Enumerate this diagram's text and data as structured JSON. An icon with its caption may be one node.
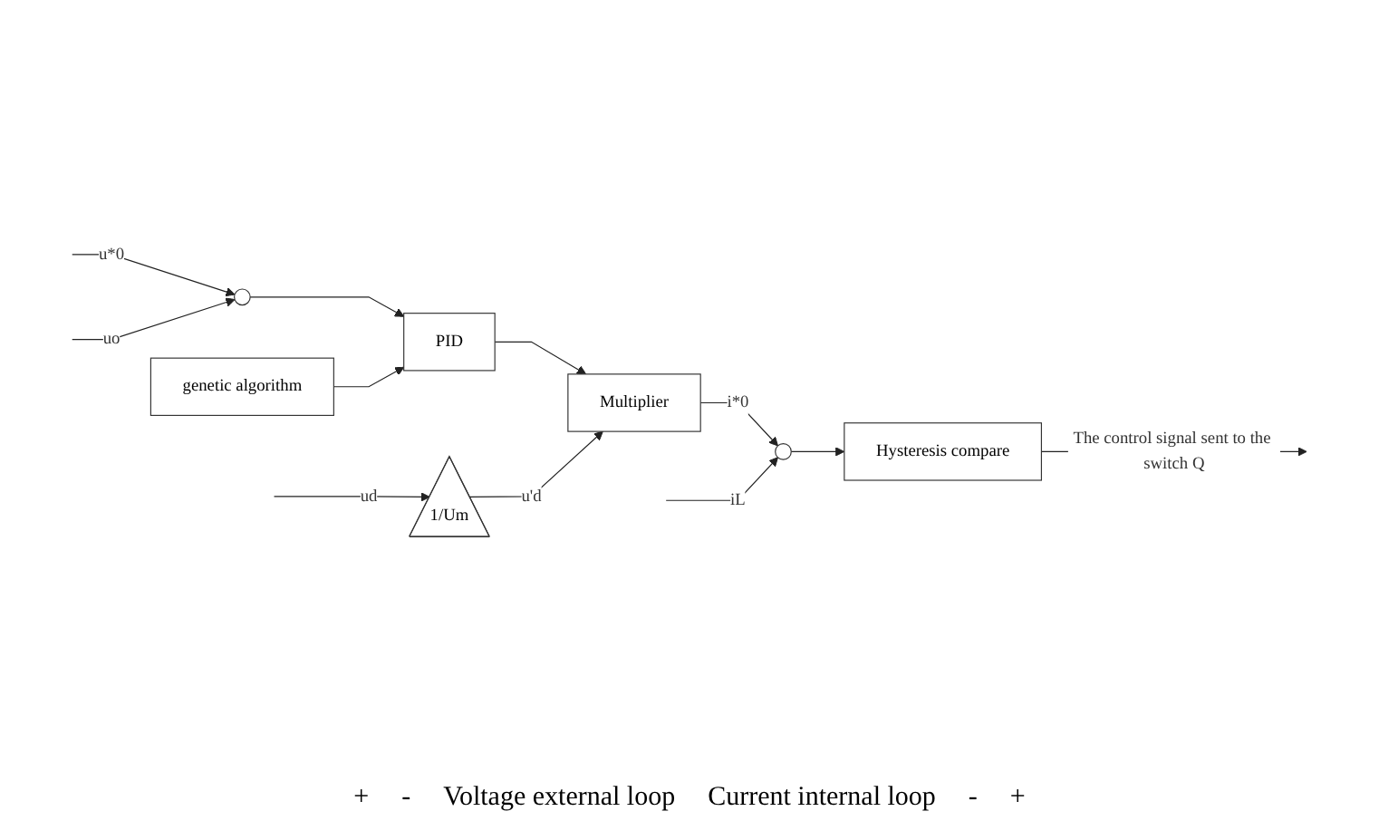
{
  "diagram": {
    "nodes": [
      {
        "text": [],
        "shape": "circle"
      },
      {
        "text": [],
        "shape": "circle"
      },
      {
        "text": [
          "Hysteresis compare"
        ]
      },
      {
        "text": [
          "genetic algorithm"
        ]
      },
      {
        "text": [
          "PID"
        ]
      },
      {
        "text": [
          "Multiplier"
        ]
      },
      {
        "text": [
          "1/Um"
        ]
      }
    ],
    "edges": [
      {
        "from": null,
        "to": 0,
        "arrow": "to",
        "label": "u*0"
      },
      {
        "from": null,
        "to": 0,
        "arrow": "to",
        "label": "uo"
      },
      {
        "from": 0,
        "to": 4,
        "arrow": "to"
      },
      {
        "from": 3,
        "to": 4,
        "arrow": "to"
      },
      {
        "from": 4,
        "to": 5,
        "arrow": "to"
      },
      {
        "from": null,
        "to": 6,
        "arrow": "to",
        "label": "ud"
      },
      {
        "from": 6,
        "to": 5,
        "arrow": "to",
        "label": "u'd"
      },
      {
        "from": 5,
        "to": 1,
        "arrow": "to",
        "label": "i*0"
      },
      {
        "from": null,
        "to": 1,
        "arrow": "to",
        "label": "iL"
      },
      {
        "from": 1,
        "to": 2,
        "arrow": "to"
      },
      {
        "from": 2,
        "to": null,
        "arrow": "to",
        "label": "The control signal sent to the switch Q"
      }
    ],
    "labels": [
      "+",
      "-",
      "Voltage external loop",
      "Current internal loop",
      "-",
      "+"
    ]
  }
}
